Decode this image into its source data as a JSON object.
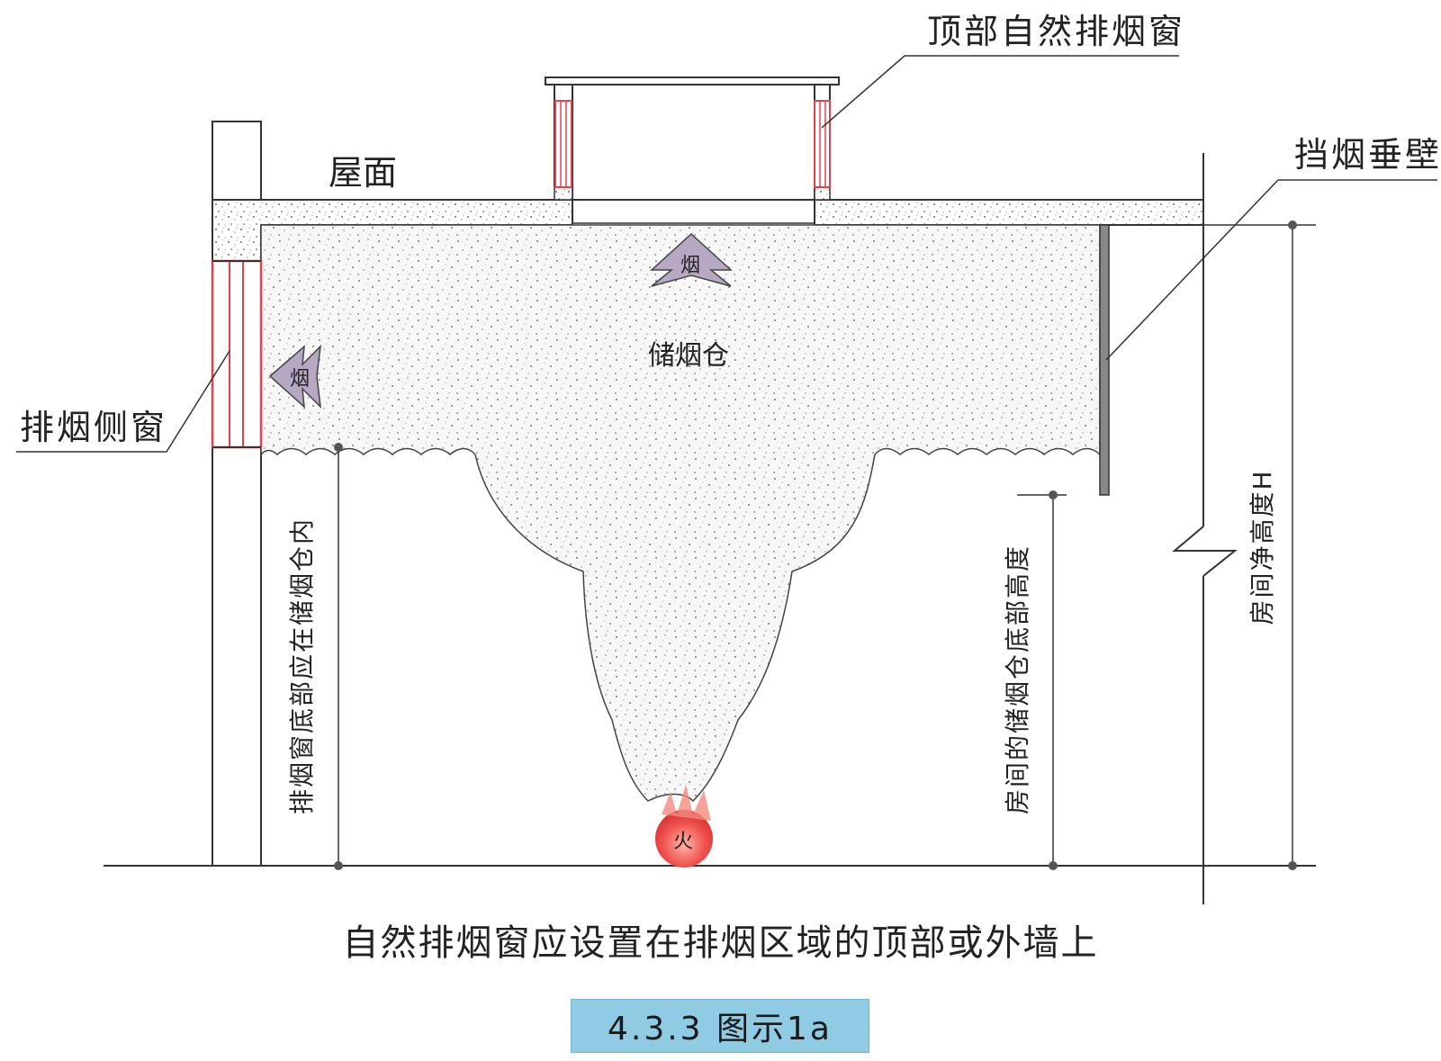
{
  "labels": {
    "roof": "屋面",
    "top_window": "顶部自然排烟窗",
    "smoke_curtain": "挡烟垂壁",
    "side_window": "排烟侧窗",
    "reservoir": "储烟仓",
    "smoke_char": "烟",
    "fire_char": "火",
    "left_dim": "排烟窗底部应在储烟仓内",
    "mid_dim": "房间的储烟仓底部高度",
    "right_dim": "房间净高度H"
  },
  "caption": "自然排烟窗应设置在排烟区域的顶部或外墙上",
  "figure_number": "4.3.3 图示1a",
  "colors": {
    "window_red": "#e8404a",
    "smoke_fill": "#f6f6f6",
    "smoke_arrow": "#b7a8c4",
    "fire": "#ef4a45",
    "badge": "#8fcbe2"
  }
}
